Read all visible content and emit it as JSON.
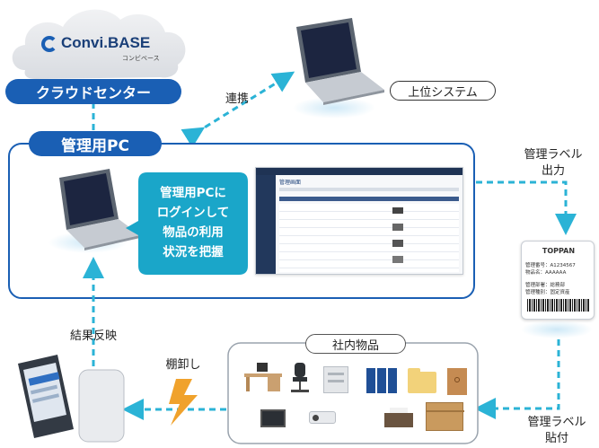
{
  "logo": {
    "name": "Convi.BASE",
    "sub": "コンビベース"
  },
  "nodes": {
    "cloud_center": "クラウドセンター",
    "upper_system": "上位システム",
    "admin_pc": "管理用PC",
    "callout": [
      "管理用PCに",
      "ログインして",
      "物品の利用",
      "状況を把握"
    ],
    "inventory": "社内物品"
  },
  "edges": {
    "link": "連携",
    "label_output": [
      "管理ラベル",
      "出力"
    ],
    "label_attach": [
      "管理ラベル",
      "貼付"
    ],
    "result": "結果反映",
    "stocktake": "棚卸し"
  },
  "label_card": {
    "brand": "TOPPAN",
    "line1": "管理番号：A1234567",
    "line2": "物品名：AAAAAA",
    "line3": "管理部署：総務部",
    "line4": "管理種別：固定資産"
  },
  "screen": {
    "title": "管理画面"
  },
  "colors": {
    "blue": "#1a5fb4",
    "cyan": "#2bb3d6",
    "teal": "#1aa6c9",
    "gray_cloud": "#e7e9ed"
  }
}
